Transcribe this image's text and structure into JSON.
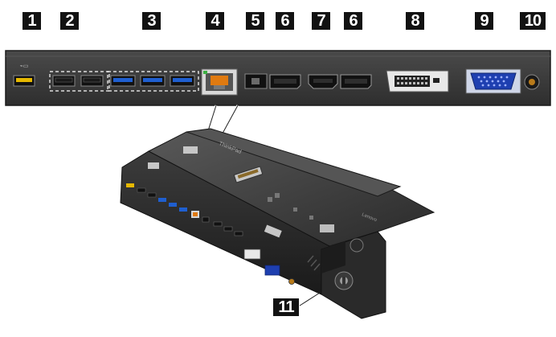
{
  "callouts": [
    {
      "id": "1",
      "label": "1",
      "port": "usb-port"
    },
    {
      "id": "2",
      "label": "2",
      "port": "usb-2-ports"
    },
    {
      "id": "3",
      "label": "3",
      "port": "usb-3-ports"
    },
    {
      "id": "4",
      "label": "4",
      "port": "ethernet-port"
    },
    {
      "id": "5",
      "label": "5",
      "port": "power-port"
    },
    {
      "id": "6a",
      "label": "6",
      "port": "displayport"
    },
    {
      "id": "7",
      "label": "7",
      "port": "hdmi-port"
    },
    {
      "id": "6b",
      "label": "6",
      "port": "displayport"
    },
    {
      "id": "8",
      "label": "8",
      "port": "dvi-port"
    },
    {
      "id": "9",
      "label": "9",
      "port": "vga-port"
    },
    {
      "id": "10",
      "label": "10",
      "port": "audio-jack"
    },
    {
      "id": "11",
      "label": "11",
      "port": "security-lock-slot"
    }
  ],
  "dock": {
    "brand_top": "ThinkPad",
    "brand_side": "Lenovo"
  },
  "colors": {
    "panel": "#3a3a3a",
    "panel_dark": "#1e1e1e",
    "usb2_insert": "#1a1a1a",
    "usb3_insert": "#1f5fd0",
    "usb_charge_insert": "#e6b800",
    "vga_body": "#1e3fb0",
    "ethernet_led": "#e07a10",
    "dvi_body": "#e8e8e8"
  }
}
